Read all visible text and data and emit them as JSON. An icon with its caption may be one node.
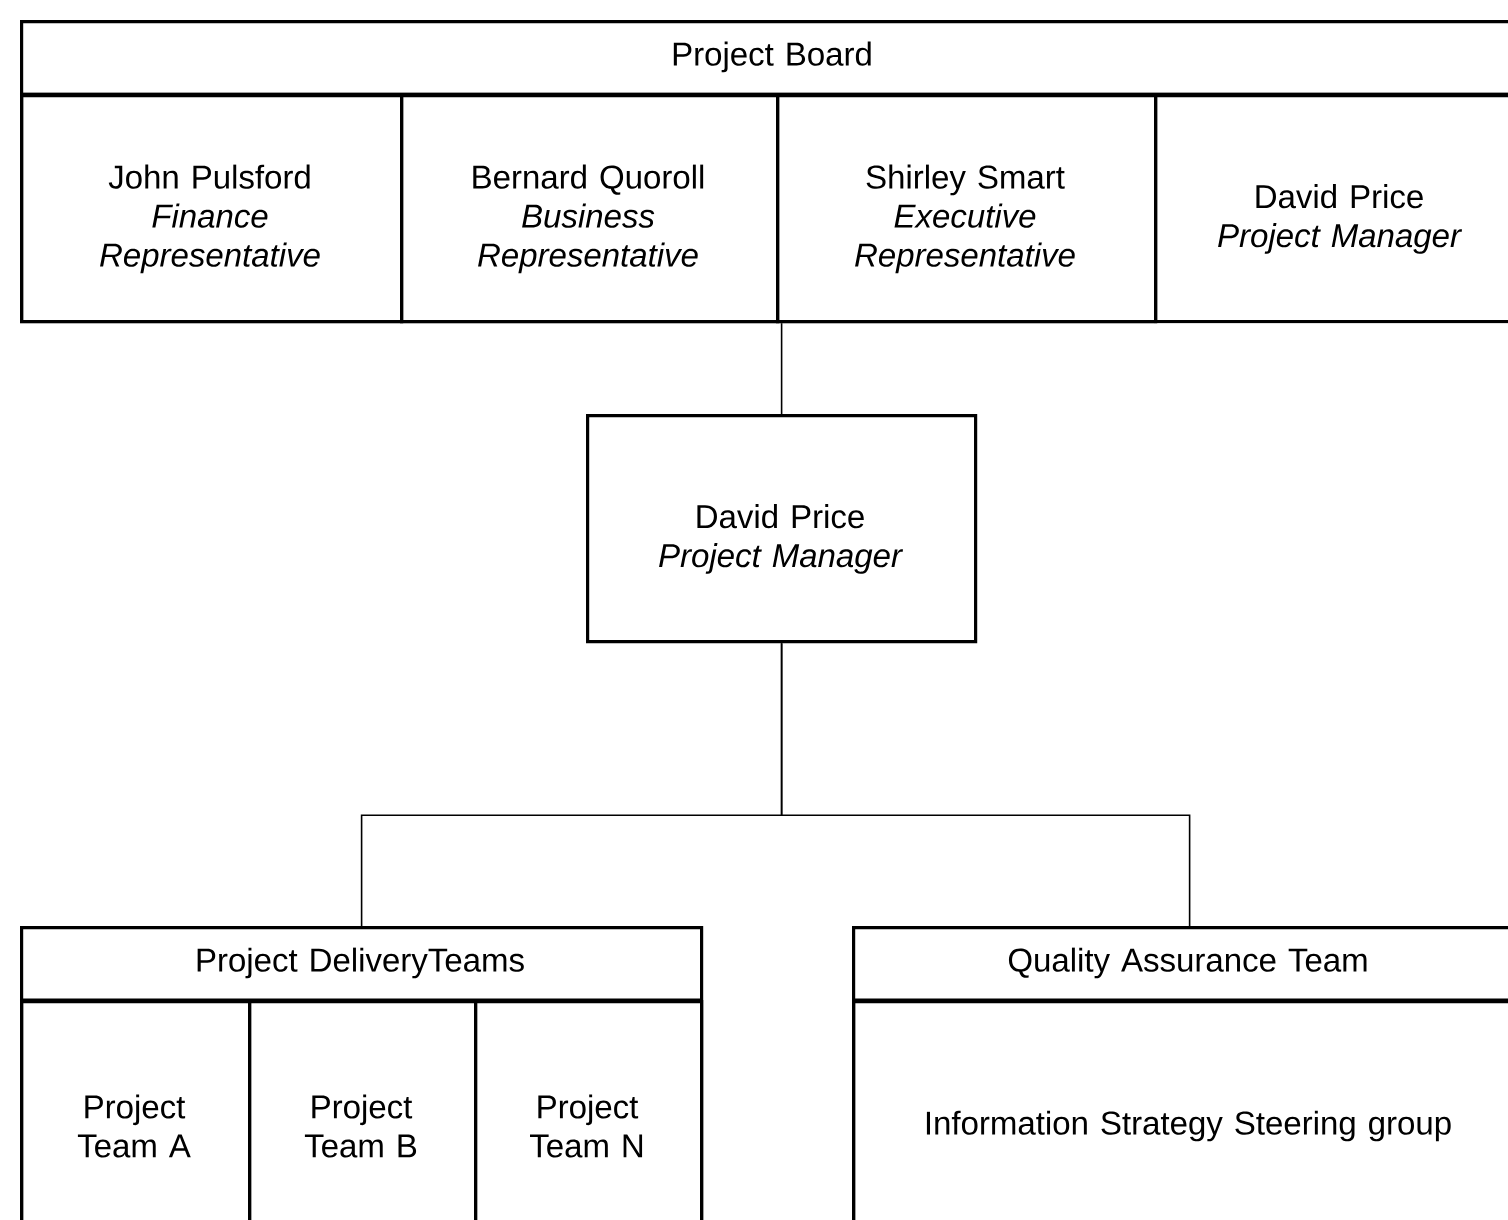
{
  "diagram": {
    "nodes": [
      {
        "text": [
          "Project Board"
        ]
      },
      {
        "text": [
          "John Pulsford",
          "Finance Representative"
        ],
        "in": 0
      },
      {
        "text": [
          "Bernard Quoroll",
          "Business Representative"
        ],
        "in": 0
      },
      {
        "text": [
          "Shirley Smart",
          "Executive Representative"
        ],
        "in": 0
      },
      {
        "text": [
          "David Price",
          "Project Manager"
        ],
        "in": 0
      },
      {
        "text": [
          "David Price",
          "Project Manager"
        ]
      },
      {
        "text": [
          "Project DeliveryTeams"
        ]
      },
      {
        "text": [
          "Project Team A"
        ],
        "in": 6
      },
      {
        "text": [
          "Project Team B"
        ],
        "in": 6
      },
      {
        "text": [
          "Project Team N"
        ],
        "in": 6
      },
      {
        "text": [
          "Quality Assurance Team"
        ]
      },
      {
        "text": [
          "Information Strategy Steering group"
        ],
        "in": 10
      }
    ],
    "edges": [
      {
        "from": 0,
        "to": 5,
        "arrow": "none"
      },
      {
        "from": 5,
        "to": 6,
        "arrow": "none"
      },
      {
        "from": 5,
        "to": 10,
        "arrow": "none"
      }
    ]
  }
}
